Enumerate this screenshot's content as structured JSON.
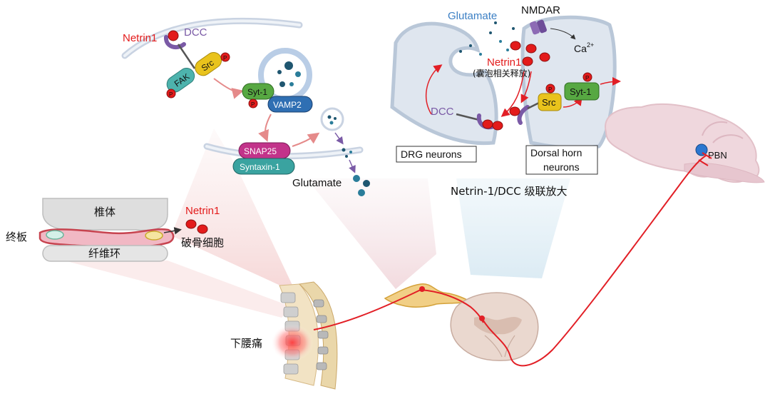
{
  "labels": {
    "netrin1_top": "Netrin1",
    "dcc_top": "DCC",
    "fak": "FAK",
    "src_top": "Src",
    "phospho": "P",
    "syt1_left": "Syt-1",
    "vamp2": "VAMP2",
    "snap25": "SNAP25",
    "syntaxin1": "Syntaxin-1",
    "glutamate_left": "Glutamate",
    "glutamate_top": "Glutamate",
    "nmdar": "NMDAR",
    "ca": "Ca",
    "ca_sup": "2+",
    "netrin1_center": "Netrin1",
    "vesicle_release": "(囊泡相关释放)",
    "dcc_center": "DCC",
    "src_right": "Src",
    "syt1_right": "Syt-1",
    "drg_neurons": "DRG neurons",
    "dorsal_horn_1": "Dorsal horn",
    "dorsal_horn_2": "neurons",
    "cascade": "Netrin-1/DCC 级联放大",
    "vertebral_body": "椎体",
    "endplate": "终板",
    "annulus": "纤维环",
    "netrin1_left": "Netrin1",
    "osteoclast": "破骨细胞",
    "low_back_pain": "下腰痛",
    "pbn": "PBN"
  },
  "colors": {
    "netrin_red": "#e31b1b",
    "dcc_purple": "#7a5aa6",
    "membrane": "#c9d3e2",
    "neuron_fill": "#dfe6ef",
    "pathway_red": "#e21f26",
    "fak_teal": "#4db3ad",
    "src_yellow": "#e9c31c",
    "syt_green": "#57a842",
    "vamp_blue": "#2f6fb3",
    "snap_magenta": "#c2338a",
    "syntaxin_teal": "#3aa3a0",
    "pbn_blue": "#2b77d0",
    "brain_pink": "#efd7dd",
    "cord_beige": "#ead8cf"
  }
}
